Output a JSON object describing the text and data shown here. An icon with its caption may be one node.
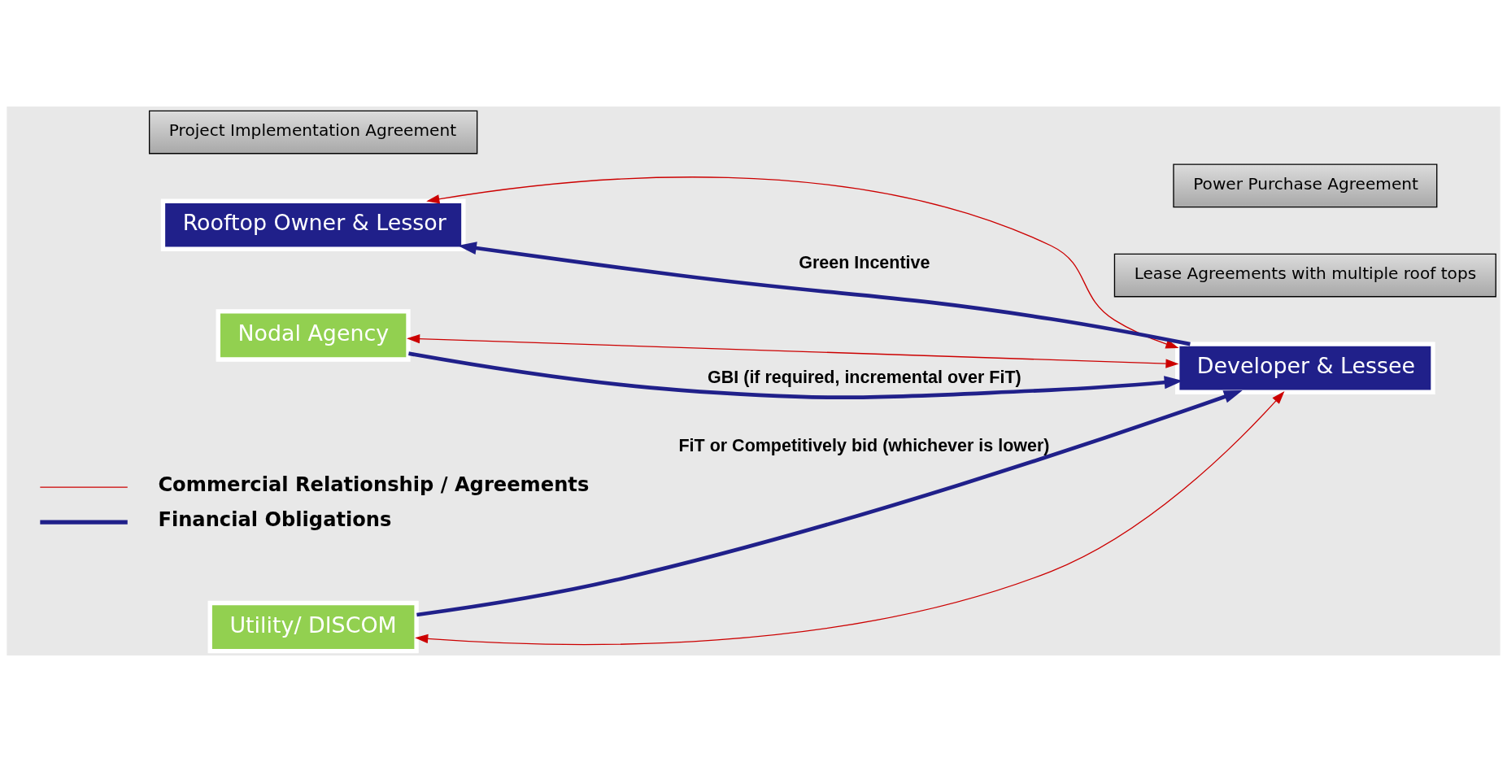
{
  "diagram": {
    "nodes": [
      {
        "text": [
          "Rooftop Owner & Lessor"
        ]
      },
      {
        "text": [
          "Lease Agreements with multiple roof tops"
        ]
      },
      {
        "text": [
          "Project Implementation Agreement"
        ]
      },
      {
        "text": [
          "Nodal Agency"
        ]
      },
      {
        "text": [
          "Developer & Lessee"
        ]
      },
      {
        "text": [
          "Power Purchase Agreement"
        ]
      },
      {
        "text": [
          "Utility/ DISCOM"
        ]
      }
    ],
    "edges": [
      {
        "from": 4,
        "to": 0,
        "arrow": "both"
      },
      {
        "from": 4,
        "to": 0,
        "arrow": "to",
        "label": "Green Incentive",
        "style": "thick",
        "color": "#20208a"
      },
      {
        "from": 3,
        "to": 4,
        "arrow": "both"
      },
      {
        "from": 3,
        "to": 4,
        "arrow": "to",
        "label": "GBI (if required, incremental over FiT)",
        "style": "thick",
        "color": "#20208a"
      },
      {
        "from": 6,
        "to": 4,
        "arrow": "to",
        "label": "FiT or Competitively bid (whichever is lower)",
        "style": "thick",
        "color": "#20208a"
      },
      {
        "from": 4,
        "to": 6,
        "arrow": "both"
      }
    ],
    "legend": [
      {
        "text": "Commercial Relationship / Agreements"
      },
      {
        "text": "Financial Obligations"
      }
    ]
  }
}
